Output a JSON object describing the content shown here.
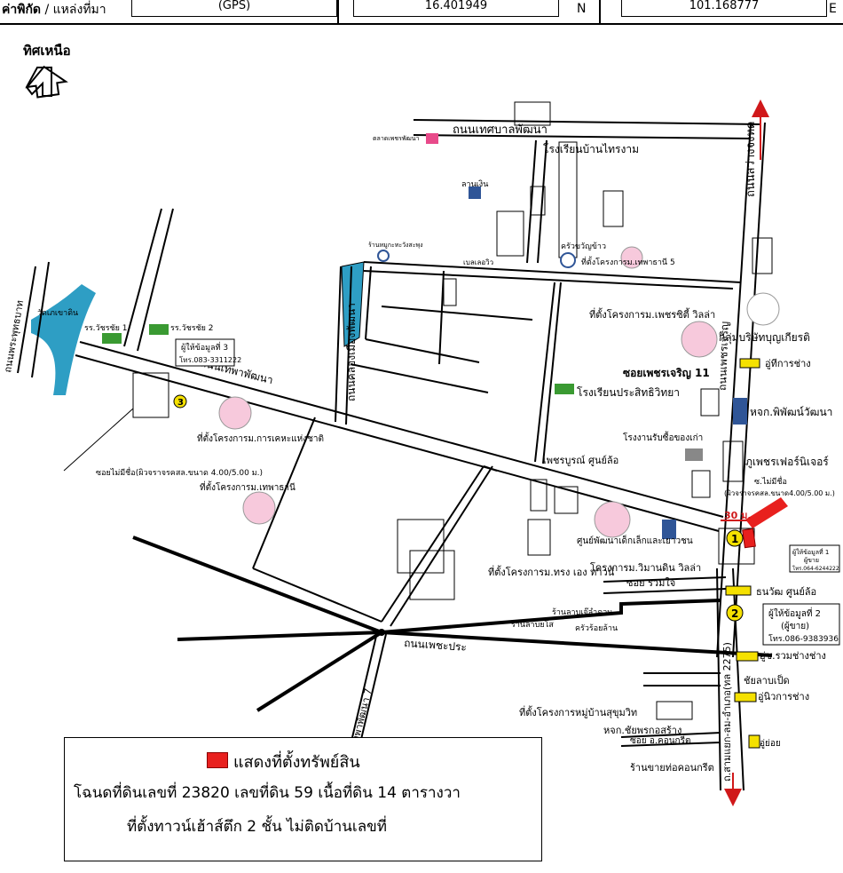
{
  "header": {
    "label_bold": "ค่าพิกัด",
    "label_rest": "/ แหล่งที่มา",
    "source": "(GPS)",
    "lat": "16.401949",
    "lat_dir": "N",
    "lon": "101.168777",
    "lon_dir": "E"
  },
  "north_label": "ทิศเหนือ",
  "roads": {
    "thesaban_phatthana": "ถนนเทศบาลพัฒนา",
    "sawang_chai": "ถนนสว่างจงหด",
    "khlong_muang": "ถนนคลองเมืองพัฒนา",
    "thephaphatthana": "ถนนเทพาพัฒนา",
    "phetchaburi": "ถนนเพชรเจริญ",
    "phraphuttha": "ถนนพระพุทธบาท",
    "phetchabun_road": "ถนนเพชะประ",
    "soi_7": "ซอยเทพาพัฒนา 7",
    "hwy_2275": "ถ.สามแยก-ลม-อำเภอ(ทล 2275)",
    "soi_phetcharoen_11": "ซอยเพชรเจริญ 11",
    "soi_ruamjai": "ซอย รวมใจ",
    "soi_no_name_left": "ซอยไม่มีชื่อ(ผิวจราจรคสล.ขนาด 4.00/5.00 ม.)",
    "soi_no_name_right_1": "ซ.ไม่มีชื่อ",
    "soi_no_name_right_2": "(ผิวจราจรคสล.ขนาด4.00/5.00 ม.)",
    "soi_ocon": "ซอย อ.คอนกรีต",
    "dist_30": "30 ม."
  },
  "places": {
    "market": "ตลาดเพชรพัฒนา",
    "school_banphai": "โรงเรียนบ้านไทรงาม",
    "lan_ngoen": "ลานเงิน",
    "restaurant_1": "ร้านหมูกะทะวังสะพุง",
    "bell_leisure": "เบลเลอวิว",
    "krua_khwan": "ครัวขวัญข้าว",
    "project_thepthani5": "ที่ตั้งโครงการม.เทพาธานี 5",
    "wat": "วัดเภเขาดิน",
    "school_watchara1": "รร.วัชรชัย 1",
    "school_watchara2": "รร.วัชรชัย 2",
    "project_phet_city": "ที่ตั้งโครงการม.เพชรซิตี้ วิลล่า",
    "group_boonkiat": "กลุ่มบริษัทบุญเกียรติ",
    "garage_1": "อู่ทีการช่าง",
    "school_prasit": "โรงเรียนประสิทธิวิทยา",
    "store_piphat": "หจก.พิพัฒน์วัฒนา",
    "recycle": "โรงงานรับซื้อของเก่า",
    "phet_furniture": "ภูเพชรเฟอร์นิเจอร์",
    "phetchabun_tire": "เพชรบูรณ์ ศูนย์ล้อ",
    "project_kheha": "ที่ตั้งโครงการม.การเคหะแห่งชาติ",
    "project_thepthani": "ที่ตั้งโครงการม.เทพาธานี",
    "childcare": "ศูนย์พัฒนาเด็กเล็กและเยาวชน",
    "project_wimarn": "โครงการม.วิมานดิน วิลล่า",
    "project_songeng": "ที่ตั้งโครงการม.ทรง เอง ทาวน์",
    "thanawat_tire": "ธนวัฒ ศูนย์ล้อ",
    "shop_larb_so": "ร้านลาบยโส",
    "shop_larb_jeng": "ร้านลาบเจ๊ลำดวน",
    "krua_roi": "ครัวร้อยล้าน",
    "garage_ruam": "อู่ช.รวมช่างช่าง",
    "shop_larb_ped": "ชัยลาบเป็ด",
    "garage_niwat": "อู่นิวการช่าง",
    "project_sukhumvit": "ที่ตั้งโครงการหมู่บ้านสุขุมวิท",
    "store_chaiphruk": "หจก.ชัยพรกอสร้าง",
    "garage_small": "อู่ย่อย",
    "shop_concrete": "ร้านขายท่อคอนกรีต"
  },
  "informants": [
    {
      "num": "1",
      "title": "ผู้ให้ข้อมูลที่ 1",
      "role": "ผู้ขาย",
      "phone": "โทร.064-6244222"
    },
    {
      "num": "2",
      "title": "ผู้ให้ข้อมูลที่ 2",
      "role": "(ผู้ขาย)",
      "phone": "โทร.086-9383936"
    },
    {
      "num": "3",
      "title": "ผู้ให้ข้อมูลที่ 3",
      "role": "",
      "phone": "โทร.083-3311222"
    }
  ],
  "legend": {
    "swatch_label": "แสดงที่ตั้งทรัพย์สิน",
    "line2": "โฉนดที่ดินเลขที่ 23820 เลขที่ดิน  59 เนื้อที่ดิน 14 ตารางวา",
    "line3": "ที่ตั้งทาวน์เฮ้าส์ตึก 2 ชั้น   ไม่ติดบ้านเลขที่"
  },
  "colors": {
    "property": "#e8201e",
    "road": "#000000",
    "river": "#2e9ec4",
    "school": "#3a9a32",
    "project": "#f7c9dc",
    "informant_marker": "#f5e100"
  }
}
